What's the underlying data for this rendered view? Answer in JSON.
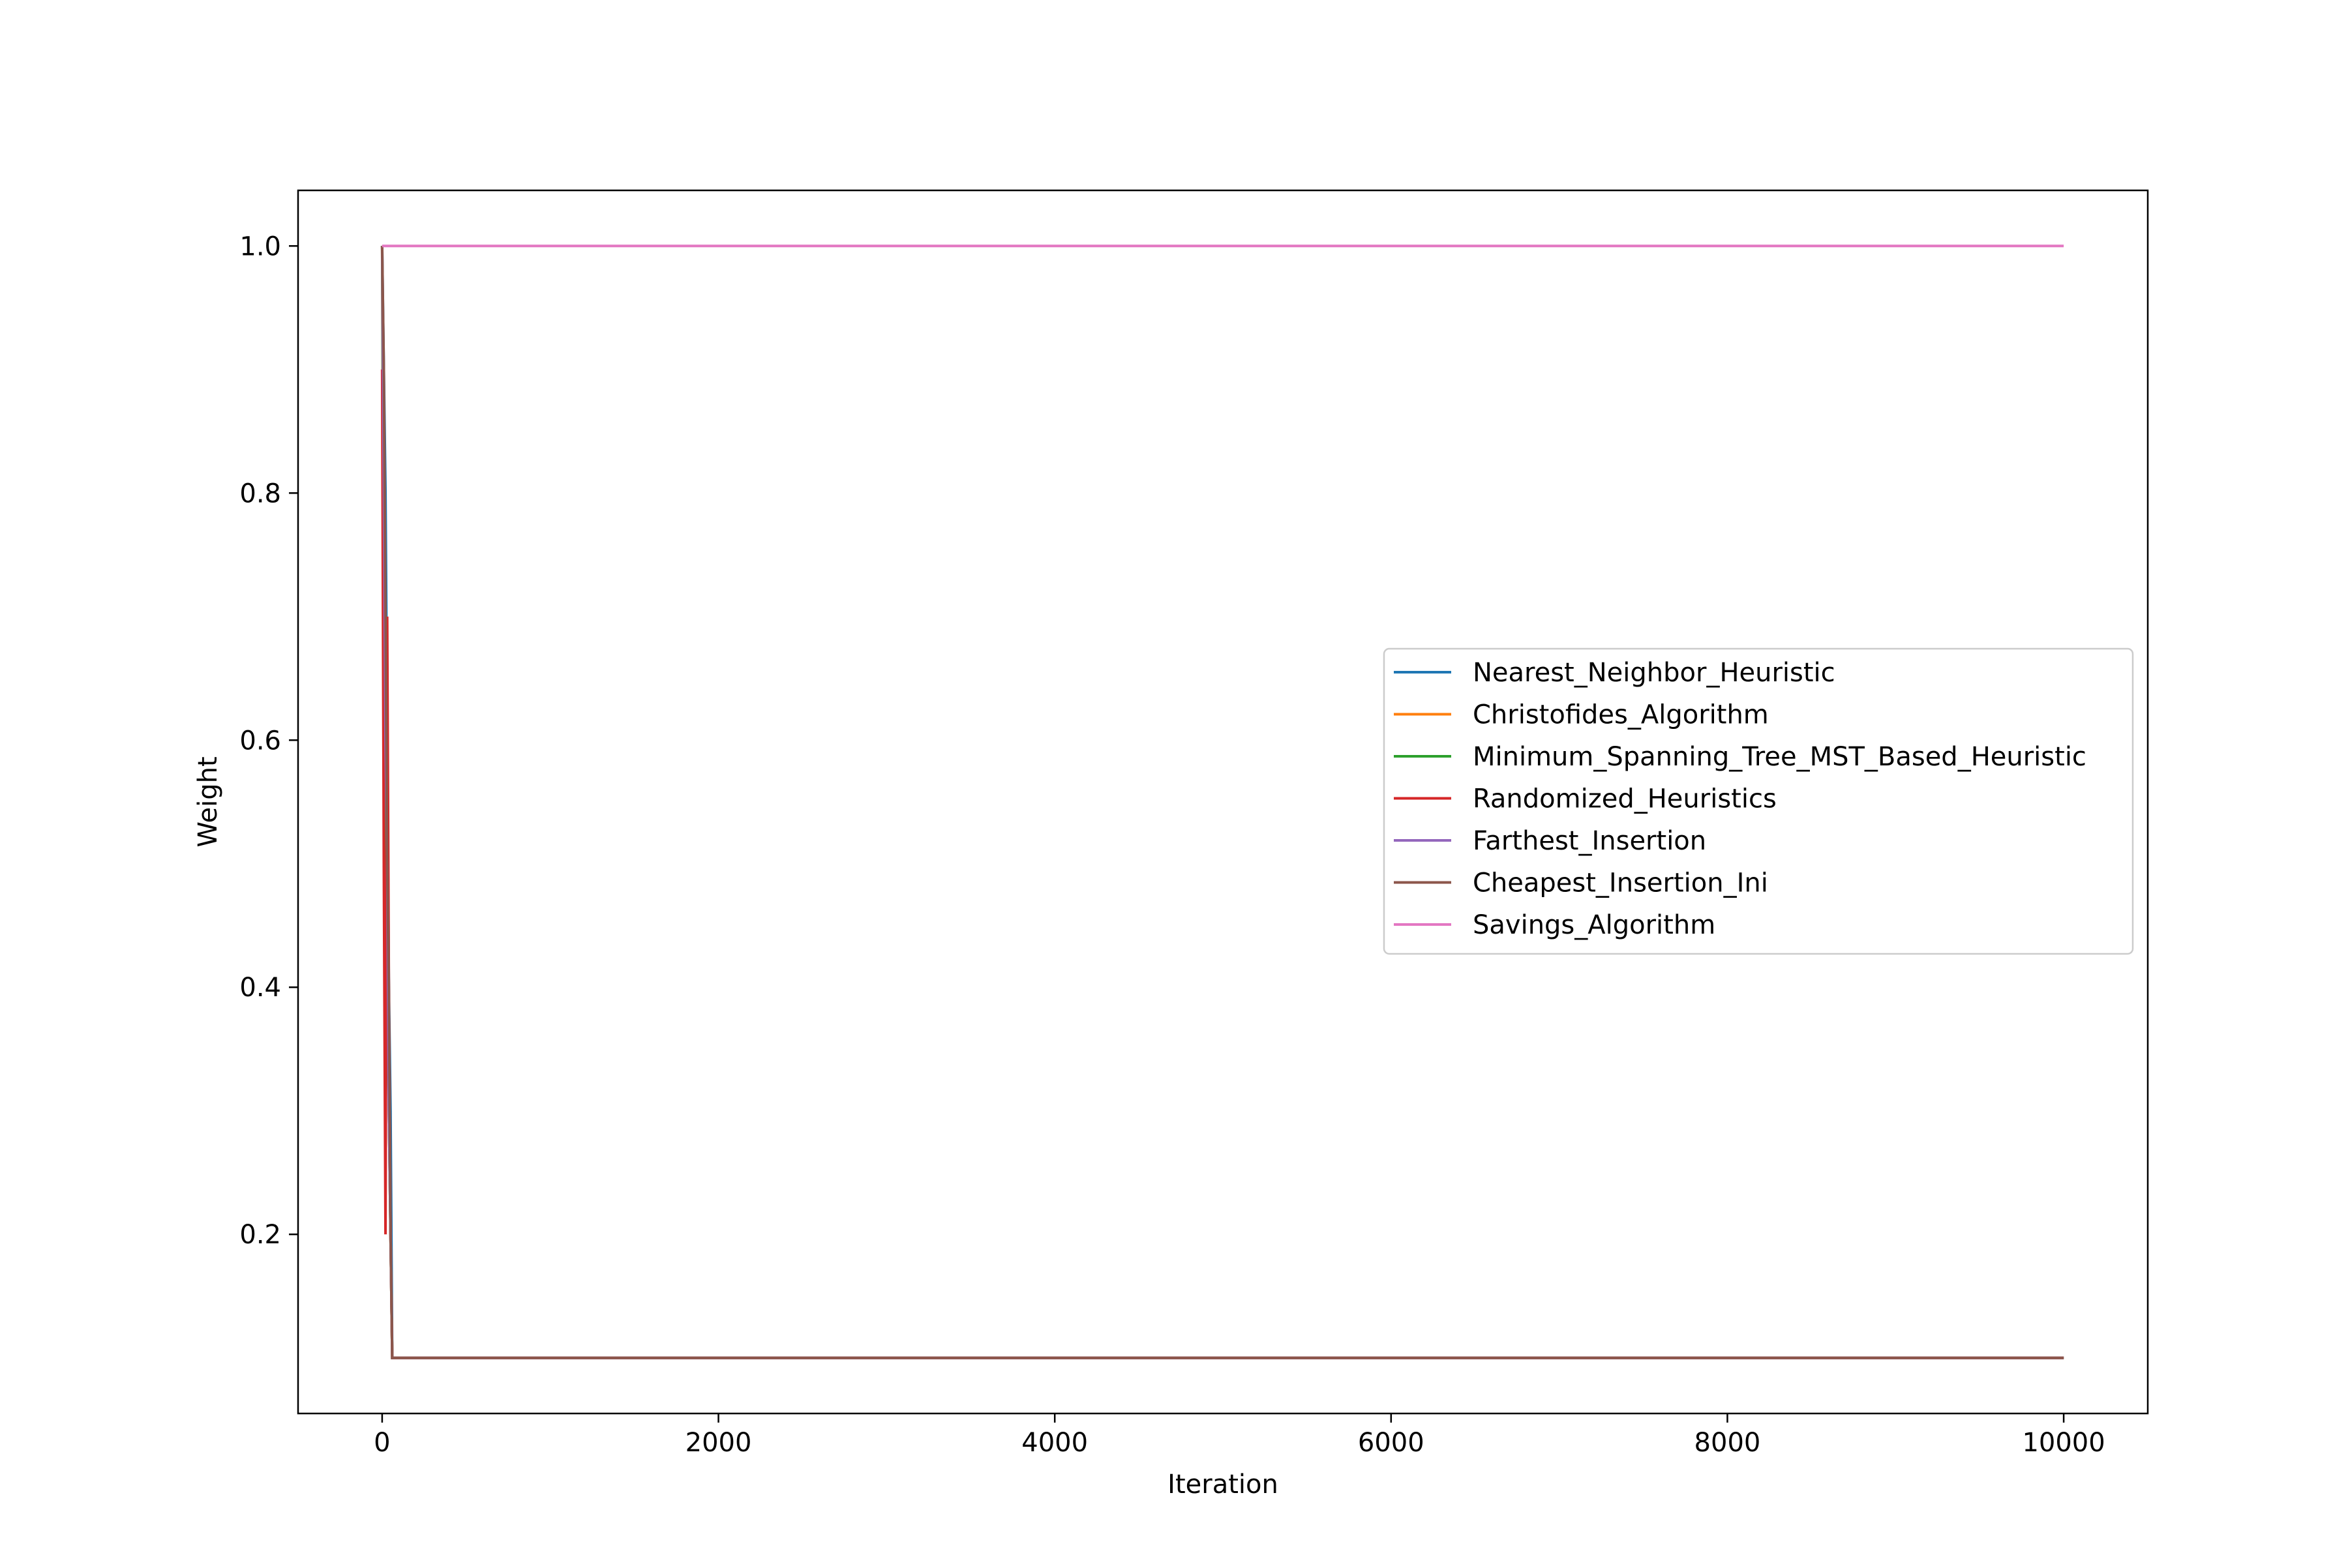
{
  "chart_data": {
    "type": "line",
    "xlabel": "Iteration",
    "ylabel": "Weight",
    "xlim": [
      -500,
      10500
    ],
    "ylim": [
      0.055,
      1.045
    ],
    "xticks": [
      0,
      2000,
      4000,
      6000,
      8000,
      10000
    ],
    "yticks": [
      0.2,
      0.4,
      0.6,
      0.8,
      1.0
    ],
    "xtick_labels": [
      "0",
      "2000",
      "4000",
      "6000",
      "8000",
      "10000"
    ],
    "ytick_labels": [
      "0.2",
      "0.4",
      "0.6",
      "0.8",
      "1.0"
    ],
    "grid": false,
    "legend_position": "center-right",
    "series": [
      {
        "name": "Nearest_Neighbor_Heuristic",
        "color": "#1f77b4",
        "x": [
          0,
          10,
          20,
          30,
          40,
          50,
          60,
          10000
        ],
        "y": [
          1.0,
          0.9,
          0.8,
          0.6,
          0.4,
          0.3,
          0.1,
          0.1
        ]
      },
      {
        "name": "Christofides_Algorithm",
        "color": "#ff7f0e",
        "x": [
          0,
          10,
          20,
          30,
          40,
          50,
          60,
          10000
        ],
        "y": [
          1.0,
          0.6,
          0.7,
          0.5,
          0.3,
          0.2,
          0.1,
          0.1
        ]
      },
      {
        "name": "Minimum_Spanning_Tree_MST_Based_Heuristic",
        "color": "#2ca02c",
        "x": [
          0,
          10,
          20,
          30,
          40,
          50,
          60,
          10000
        ],
        "y": [
          1.0,
          0.7,
          0.5,
          0.4,
          0.3,
          0.2,
          0.1,
          0.1
        ]
      },
      {
        "name": "Randomized_Heuristics",
        "color": "#d62728",
        "x": [
          0,
          10,
          20,
          30,
          40,
          50,
          60,
          10000
        ],
        "y": [
          0.9,
          0.5,
          0.2,
          0.7,
          0.4,
          0.2,
          0.1,
          0.1
        ]
      },
      {
        "name": "Farthest_Insertion",
        "color": "#9467bd",
        "x": [
          0,
          10,
          20,
          30,
          40,
          50,
          60,
          10000
        ],
        "y": [
          1.0,
          0.8,
          0.6,
          0.5,
          0.3,
          0.2,
          0.1,
          0.1
        ]
      },
      {
        "name": "Cheapest_Insertion_Ini",
        "color": "#8c564b",
        "x": [
          0,
          10,
          20,
          30,
          40,
          50,
          60,
          10000
        ],
        "y": [
          1.0,
          0.9,
          0.7,
          0.5,
          0.4,
          0.2,
          0.1,
          0.1
        ]
      },
      {
        "name": "Savings_Algorithm",
        "color": "#e377c2",
        "x": [
          0,
          10000
        ],
        "y": [
          1.0,
          1.0
        ]
      }
    ]
  }
}
